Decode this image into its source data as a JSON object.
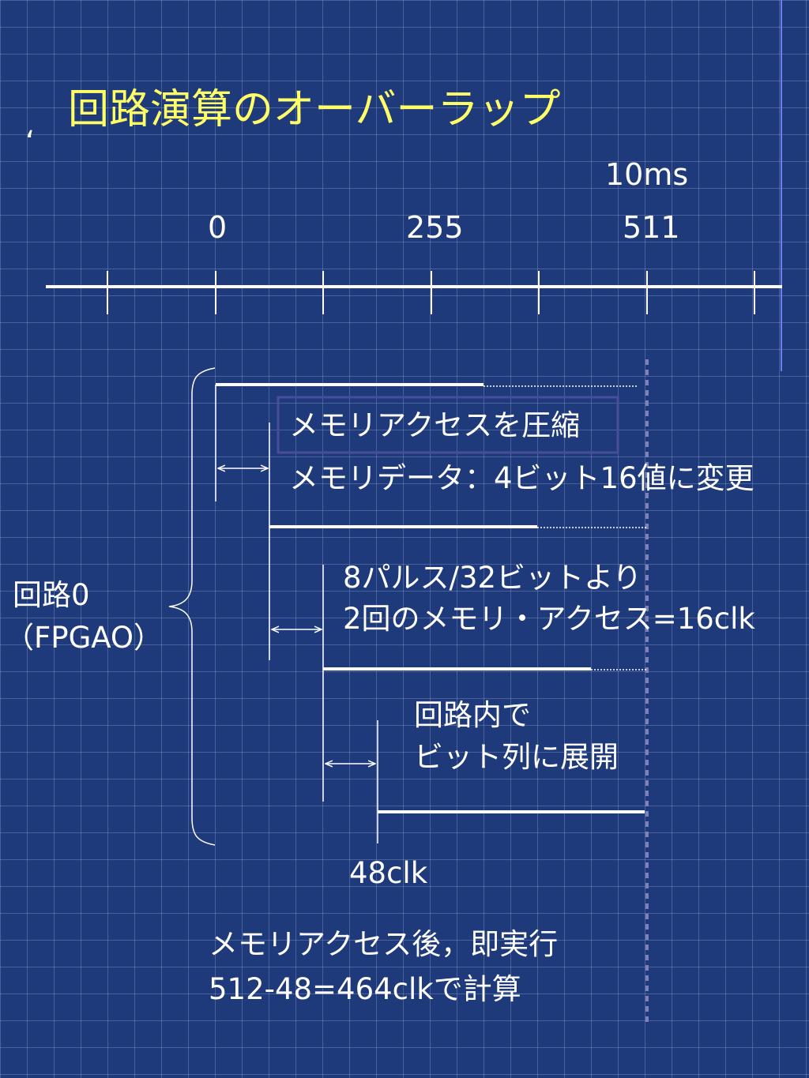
{
  "slide": {
    "title": "回路演算のオーバーラップ",
    "bullet": "‘"
  },
  "timeline": {
    "time_label": "10ms",
    "ticks": [
      "0",
      "255",
      "511"
    ]
  },
  "labels": {
    "compress": "メモリアクセスを圧縮",
    "memory_data": "メモリデータ：4ビット16値に変更",
    "pulse_line1": "8パルス/32ビットより",
    "pulse_line2": "2回のメモリ・アクセス=16clk",
    "expand_line1": "回路内で",
    "expand_line2": "ビット列に展開",
    "clk48": "48clk",
    "circuit_line1": "回路0",
    "circuit_line2": "（FPGAO）",
    "summary_line1": "メモリアクセス後，即実行",
    "summary_line2": "512-48=464clkで計算"
  },
  "colors": {
    "background": "#1f3a7a",
    "title": "#ffff66",
    "line": "#ffffff",
    "highlight_box": "#4a4d9a",
    "dotted_marker": "#7f82b8"
  }
}
